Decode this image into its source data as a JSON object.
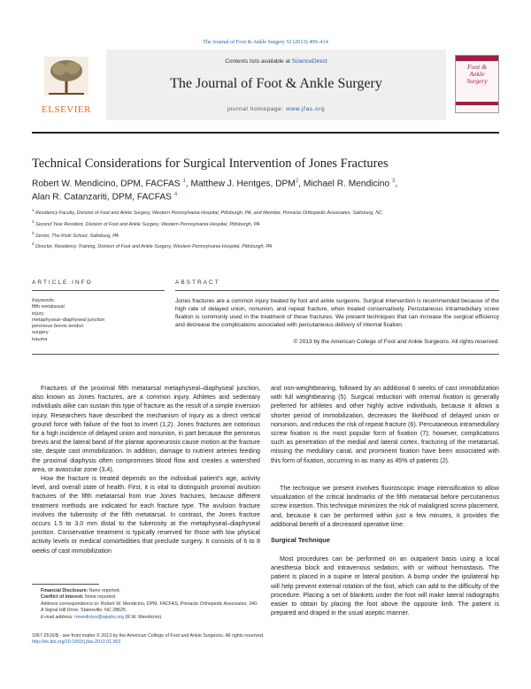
{
  "journal_ref": "The Journal of Foot & Ankle Surgery 52 (2013) 409–414",
  "header": {
    "contents_prefix": "Contents lists available at ",
    "sciencedirect": "ScienceDirect",
    "journal_title": "The Journal of Foot & Ankle Surgery",
    "homepage_prefix": "journal homepage: ",
    "homepage_url": "www.jfas.org",
    "publisher": "ELSEVIER",
    "cover_title_1": "Foot &",
    "cover_title_2": "Ankle",
    "cover_title_3": "Surgery",
    "accent_color": "#9d2042",
    "publisher_color": "#e46a1d",
    "link_color": "#2a64a8"
  },
  "article": {
    "title": "Technical Considerations for Surgical Intervention of Jones Fractures",
    "authors": [
      {
        "name": "Robert W. Mendicino, DPM, FACFAS",
        "sup": "1",
        "sep": ", "
      },
      {
        "name": "Matthew J. Hentges, DPM",
        "sup": "2",
        "sep": ", "
      },
      {
        "name": "Michael R. Mendicino",
        "sup": "3",
        "sep": ","
      },
      {
        "name": "Alan R. Catanzariti, DPM, FACFAS",
        "sup": "4",
        "sep": ""
      }
    ],
    "affiliations": [
      {
        "sup": "1",
        "text": "Residency Faculty, Division of Foot and Ankle Surgery, Western Pennsylvania Hospital, Pittsburgh, PA, and Member, Pinnacle Orthopedic Associates, Saltsburg, NC"
      },
      {
        "sup": "2",
        "text": "Second Year Resident, Division of Foot and Ankle Surgery, Western Pennsylvania Hospital, Pittsburgh, PA"
      },
      {
        "sup": "3",
        "text": "Senior, The Kiski School, Saltsburg, PA"
      },
      {
        "sup": "4",
        "text": "Director, Residency Training, Division of Foot and Ankle Surgery, Western Pennsylvania Hospital, Pittsburgh, PA"
      }
    ]
  },
  "article_info": {
    "caption": "ARTICLE INFO",
    "keywords_label": "Keywords:",
    "keywords": [
      "fifth metatarsal",
      "injury",
      "metaphyseal–diaphyseal junction",
      "peroneus brevis tendon",
      "surgery",
      "trauma"
    ]
  },
  "abstract": {
    "caption": "ABSTRACT",
    "text": "Jones fractures are a common injury treated by foot and ankle surgeons. Surgical intervention is recommended because of the high rate of delayed union, nonunion, and repeat fracture, when treated conservatively. Percutaneous intramedullary screw fixation is commonly used in the treatment of these fractures. We present techniques that can increase the surgical efficiency and decrease the complications associated with percutaneous delivery of internal fixation.",
    "copyright": "© 2013 by the American College of Foot and Ankle Surgeons. All rights reserved."
  },
  "body": {
    "left_p1": "Fractures of the proximal fifth metatarsal metaphyseal–diaphyseal junction, also known as Jones fractures, are a common injury. Athletes and sedentary individuals alike can sustain this type of fracture as the result of a simple inversion injury. Researchers have described the mechanism of injury as a direct vertical ground force with failure of the foot to invert (1,2). Jones fractures are notorious for a high incidence of delayed union and nonunion, in part because the peroneus brevis and the lateral band of the plantar aponeurosis cause motion at the fracture site, despite cast immobilization. In addition, damage to nutrient arteries feeding the proximal diaphysis often compromises blood flow and creates a watershed area, or avascular zone (3,4).",
    "left_p2": "How the fracture is treated depends on the individual patient's age, activity level, and overall state of health. First, it is vital to distinguish proximal avulsion fractures of the fifth metatarsal from true Jones fractures, because different treatment methods are indicated for each fracture type. The avulsion fracture involves the tuberosity of the fifth metatarsal. In contrast, the Jones fracture occurs 1.5 to 3.0 mm distal to the tuberosity at the metaphyseal–diaphyseal junction. Conservative treatment is typically reserved for those with low physical activity levels or medical comorbidities that preclude surgery. It consists of 6 to 8 weeks of cast immobilization",
    "right_p1": "and non-weightbearing, followed by an additional 6 weeks of cast immobilization with full weightbearing (5). Surgical reduction with internal fixation is generally preferred for athletes and other highly active individuals, because it allows a shorter period of immobilization, decreases the likelihood of delayed union or nonunion, and reduces the risk of repeat fracture (6). Percutaneous intramedullary screw fixation is the most popular form of fixation (7); however, complications such as penetration of the medial and lateral cortex, fracturing of the metatarsal, missing the medullary canal, and prominent fixation have been associated with this form of fixation, occurring in as many as 45% of patients (2).",
    "right_p2": "The technique we present involves fluoroscopic image intensification to allow visualization of the critical landmarks of the fifth metatarsal before percutaneous screw insertion. This technique minimizes the risk of malaligned screw placement, and, because it can be performed within just a few minutes, it provides the additional benefit of a decreased operative time.",
    "section_heading": "Surgical Technique",
    "right_p3": "Most procedures can be performed on an outpatient basis using a local anesthesia block and intravenous sedation, with or without hemostasis. The patient is placed in a supine or lateral position. A bump under the ipsilateral hip will help prevent external rotation of the foot, which can add to the difficulty of the procedure. Placing a set of blankets under the foot will make lateral radiographs easier to obtain by placing the foot above the opposite limb. The patient is prepared and draped in the usual aseptic manner."
  },
  "footnotes": {
    "financial_label": "Financial Disclosure:",
    "financial_text": " None reported.",
    "conflict_label": "Conflict of Interest:",
    "conflict_text": " None reported.",
    "address": "Address correspondence to: Robert W. Mendicino, DPM, FACFAS, Pinnacle Orthopedic Associates, 340-A Signal Hill Drive, Statesville, NC 28625.",
    "email_label": "E-mail address:",
    "email": "rmendicino@wpahs.org",
    "email_suffix": " (R.W. Mendicino)."
  },
  "bottom_meta": {
    "issn_line": "1067-2516/$ - see front matter © 2013 by the American College of Foot and Ankle Surgeons. All rights reserved.",
    "doi": "http://dx.doi.org/10.1053/j.jfas.2013.01.002"
  }
}
